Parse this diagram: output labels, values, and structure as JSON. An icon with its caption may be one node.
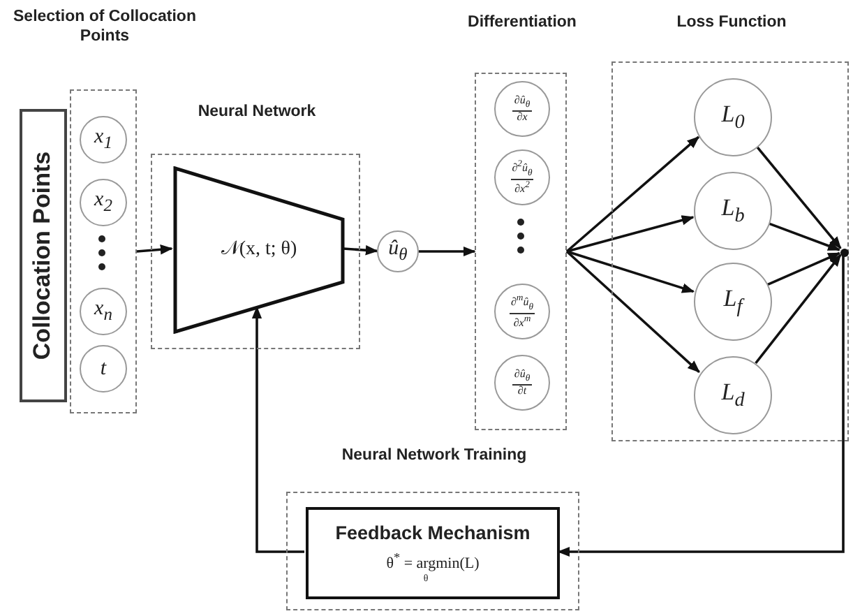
{
  "diagram": {
    "nodes": [
      {
        "text": [
          "Collocation Points"
        ]
      },
      {
        "text": [
          "Selection of Collocation Points"
        ]
      },
      {
        "text": [
          "x$_{1}$"
        ],
        "in": 1
      },
      {
        "text": [
          "x$_{2}$"
        ],
        "in": 1
      },
      {
        "text": [
          "x$_{n}$"
        ],
        "in": 1
      },
      {
        "text": [
          "t"
        ],
        "in": 1
      },
      {
        "text": [
          "Neural Network"
        ]
      },
      {
        "text": [
          "𝒩(x, t; θ)"
        ],
        "in": 6
      },
      {
        "text": [
          "û$_{θ}$"
        ]
      },
      {
        "text": [
          "Differentiation"
        ]
      },
      {
        "text": [
          "∂û$_{θ}$",
          "∂x"
        ],
        "in": 9
      },
      {
        "text": [
          "∂$^{2}$û$_{θ}$",
          "∂x$^{2}$"
        ],
        "in": 9
      },
      {
        "text": [
          "∂$^{m}$û$_{θ}$",
          "∂x$^{m}$"
        ],
        "in": 9
      },
      {
        "text": [
          "∂û$_{θ}$",
          "∂t"
        ],
        "in": 9
      },
      {
        "text": [
          "Loss Function"
        ]
      },
      {
        "text": [
          "L$_{0}$"
        ],
        "in": 14
      },
      {
        "text": [
          "L$_{b}$"
        ],
        "in": 14
      },
      {
        "text": [
          "L$_{f}$"
        ],
        "in": 14
      },
      {
        "text": [
          "L$_{d}$"
        ],
        "in": 14
      },
      {
        "text": [],
        "shape": "circle",
        "in": 14
      },
      {
        "text": [
          "Neural Network Training"
        ]
      },
      {
        "text": [
          "Feedback Mechanism",
          "θ$^{*}$ = argmin(L)",
          "θ"
        ],
        "in": 20
      }
    ],
    "edges": [
      {
        "from": 1,
        "to": 7,
        "arrow": "to"
      },
      {
        "from": 7,
        "to": 8,
        "arrow": "to"
      },
      {
        "from": 8,
        "to": 9,
        "arrow": "to"
      },
      {
        "from": 9,
        "to": 15,
        "arrow": "to"
      },
      {
        "from": 9,
        "to": 16,
        "arrow": "to"
      },
      {
        "from": 9,
        "to": 17,
        "arrow": "to"
      },
      {
        "from": 9,
        "to": 18,
        "arrow": "to"
      },
      {
        "from": 15,
        "to": 19,
        "arrow": "to"
      },
      {
        "from": 16,
        "to": 19,
        "arrow": "to"
      },
      {
        "from": 17,
        "to": 19,
        "arrow": "to"
      },
      {
        "from": 18,
        "to": 19,
        "arrow": "to"
      },
      {
        "from": 19,
        "to": 21,
        "arrow": "to"
      },
      {
        "from": 21,
        "to": 7,
        "arrow": "to"
      }
    ]
  }
}
